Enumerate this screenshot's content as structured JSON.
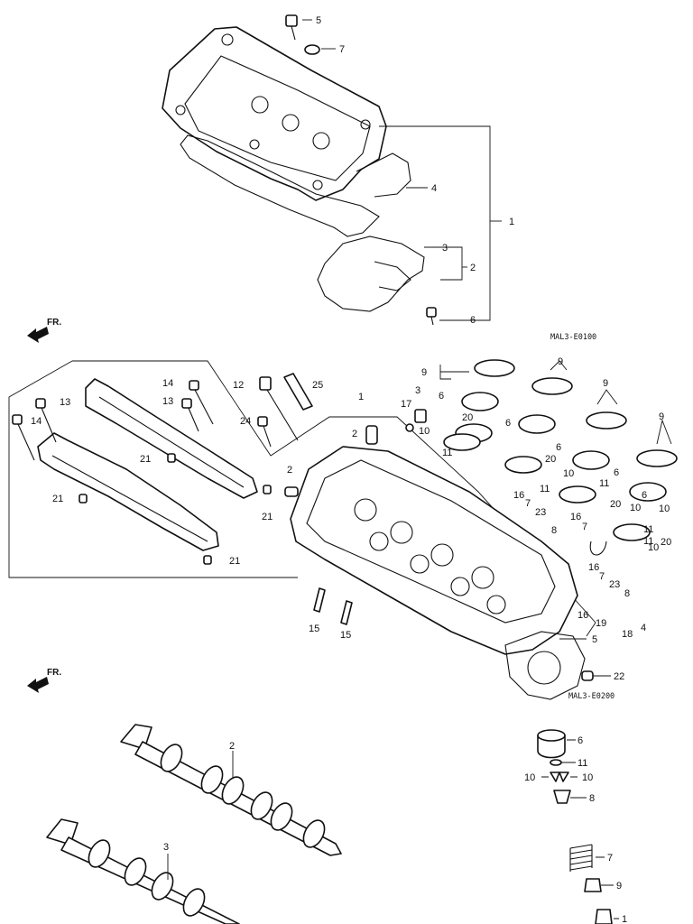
{
  "orientation": {
    "front_label": "FR."
  },
  "diagram_codes": {
    "cover": "MAL3-E0100",
    "head": "MAL3-E0200"
  },
  "cover_section": {
    "callouts": [
      "5",
      "7",
      "4",
      "1",
      "3",
      "2",
      "6"
    ]
  },
  "head_section": {
    "callouts": [
      "14",
      "13",
      "13",
      "14",
      "21",
      "21",
      "21",
      "21",
      "12",
      "25",
      "24",
      "2",
      "1",
      "2",
      "3",
      "17",
      "9",
      "9",
      "9",
      "9",
      "6",
      "20",
      "10",
      "11",
      "6",
      "6",
      "6",
      "20",
      "10",
      "11",
      "20",
      "10",
      "6",
      "10",
      "11",
      "16",
      "7",
      "23",
      "11",
      "16",
      "7",
      "8",
      "11",
      "10",
      "20",
      "16",
      "7",
      "23",
      "8",
      "16",
      "19",
      "18",
      "4",
      "15",
      "15",
      "5",
      "22"
    ]
  },
  "camshaft_section": {
    "callouts": [
      "2",
      "3"
    ]
  },
  "valve_section": {
    "callouts": [
      "6",
      "11",
      "10",
      "10",
      "8",
      "7",
      "9",
      "1"
    ]
  },
  "icons": [
    "front-arrow-icon"
  ]
}
